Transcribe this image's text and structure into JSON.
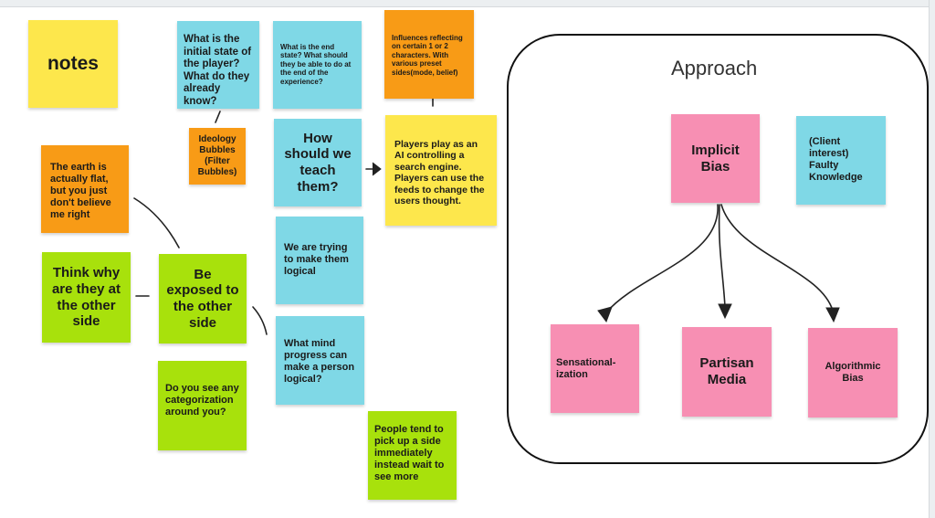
{
  "board": {
    "frame_title": "Approach",
    "notes": {
      "notes_title": "notes",
      "initial_state": "What is the initial state of the player? What do they already know?",
      "end_state": "What is the end state? What should they be able to do at the end of the experience?",
      "influences": "Influences reflecting on certain 1 or 2 characters. With various preset sides(mode, belief)",
      "ideology_bubbles": "Ideology Bubbles (Filter Bubbles)",
      "how_teach": "How should we teach them?",
      "players_play": "Players play as an AI controlling a search engine. Players can use the feeds to change the users thought.",
      "earth_flat": "The earth is actually flat, but you just don't believe me right",
      "think_why": "Think why are they at the other side",
      "be_exposed": "Be exposed to the other side",
      "trying_logical": "We are trying to make them logical",
      "mind_progress": "What mind progress can make a person logical?",
      "categorization": "Do you see any categorization around you?",
      "pick_side": "People tend to pick up a side immediately instead wait to see more",
      "implicit_bias": "Implicit Bias",
      "faulty_knowledge": "(Client interest) Faulty Knowledge",
      "sensationalization": "Sensational-ization",
      "partisan_media": "Partisan Media",
      "algorithmic_bias": "Algorithmic Bias"
    }
  },
  "colors": {
    "yellow": "#fde74c",
    "cyan": "#7fd8e6",
    "orange": "#f89b16",
    "green": "#a8e10c",
    "pink": "#f78fb3"
  }
}
